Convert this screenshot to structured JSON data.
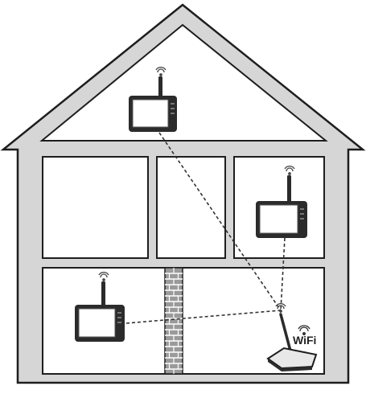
{
  "diagram": {
    "router_label": "WiFi",
    "colors": {
      "wall_fill": "#d6d6d6",
      "outline": "#1e1e1e",
      "room_fill": "#ffffff",
      "brick": "#9a9a9a",
      "device_body": "#2b2b2b",
      "link": "#333333"
    },
    "devices": [
      {
        "name": "monitor-attic",
        "type": "monitor"
      },
      {
        "name": "monitor-right-room",
        "type": "monitor"
      },
      {
        "name": "monitor-ground-floor",
        "type": "monitor"
      },
      {
        "name": "wifi-router",
        "type": "router"
      }
    ],
    "links": [
      {
        "from": "monitor-attic",
        "to": "wifi-router",
        "style": "dashed"
      },
      {
        "from": "monitor-right-room",
        "to": "wifi-router",
        "style": "dashed"
      },
      {
        "from": "monitor-ground-floor",
        "to": "wifi-router",
        "style": "dashed"
      }
    ]
  }
}
